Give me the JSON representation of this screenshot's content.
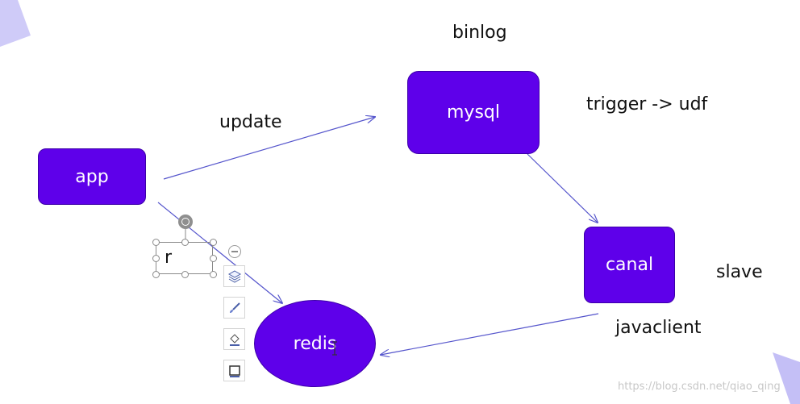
{
  "colors": {
    "node_fill": "#5e00ea",
    "edge": "#5555cc",
    "text": "#111111",
    "decor": "#c7c4f7"
  },
  "nodes": {
    "app": "app",
    "mysql": "mysql",
    "canal": "canal",
    "redis": "redis"
  },
  "labels": {
    "binlog": "binlog",
    "trigger": "trigger -> udf",
    "update": "update",
    "slave": "slave",
    "javaclient": "javaclient"
  },
  "edges": [
    {
      "from": "app",
      "to": "mysql",
      "label": "update"
    },
    {
      "from": "mysql",
      "to": "canal"
    },
    {
      "from": "canal",
      "to": "redis"
    },
    {
      "from": "app",
      "to": "redis"
    }
  ],
  "selected_textbox": {
    "text": "r"
  },
  "toolbar_icons": [
    "layers-icon",
    "brush-icon",
    "fill-icon",
    "border-icon"
  ],
  "watermark": "https://blog.csdn.net/qiao_qing"
}
